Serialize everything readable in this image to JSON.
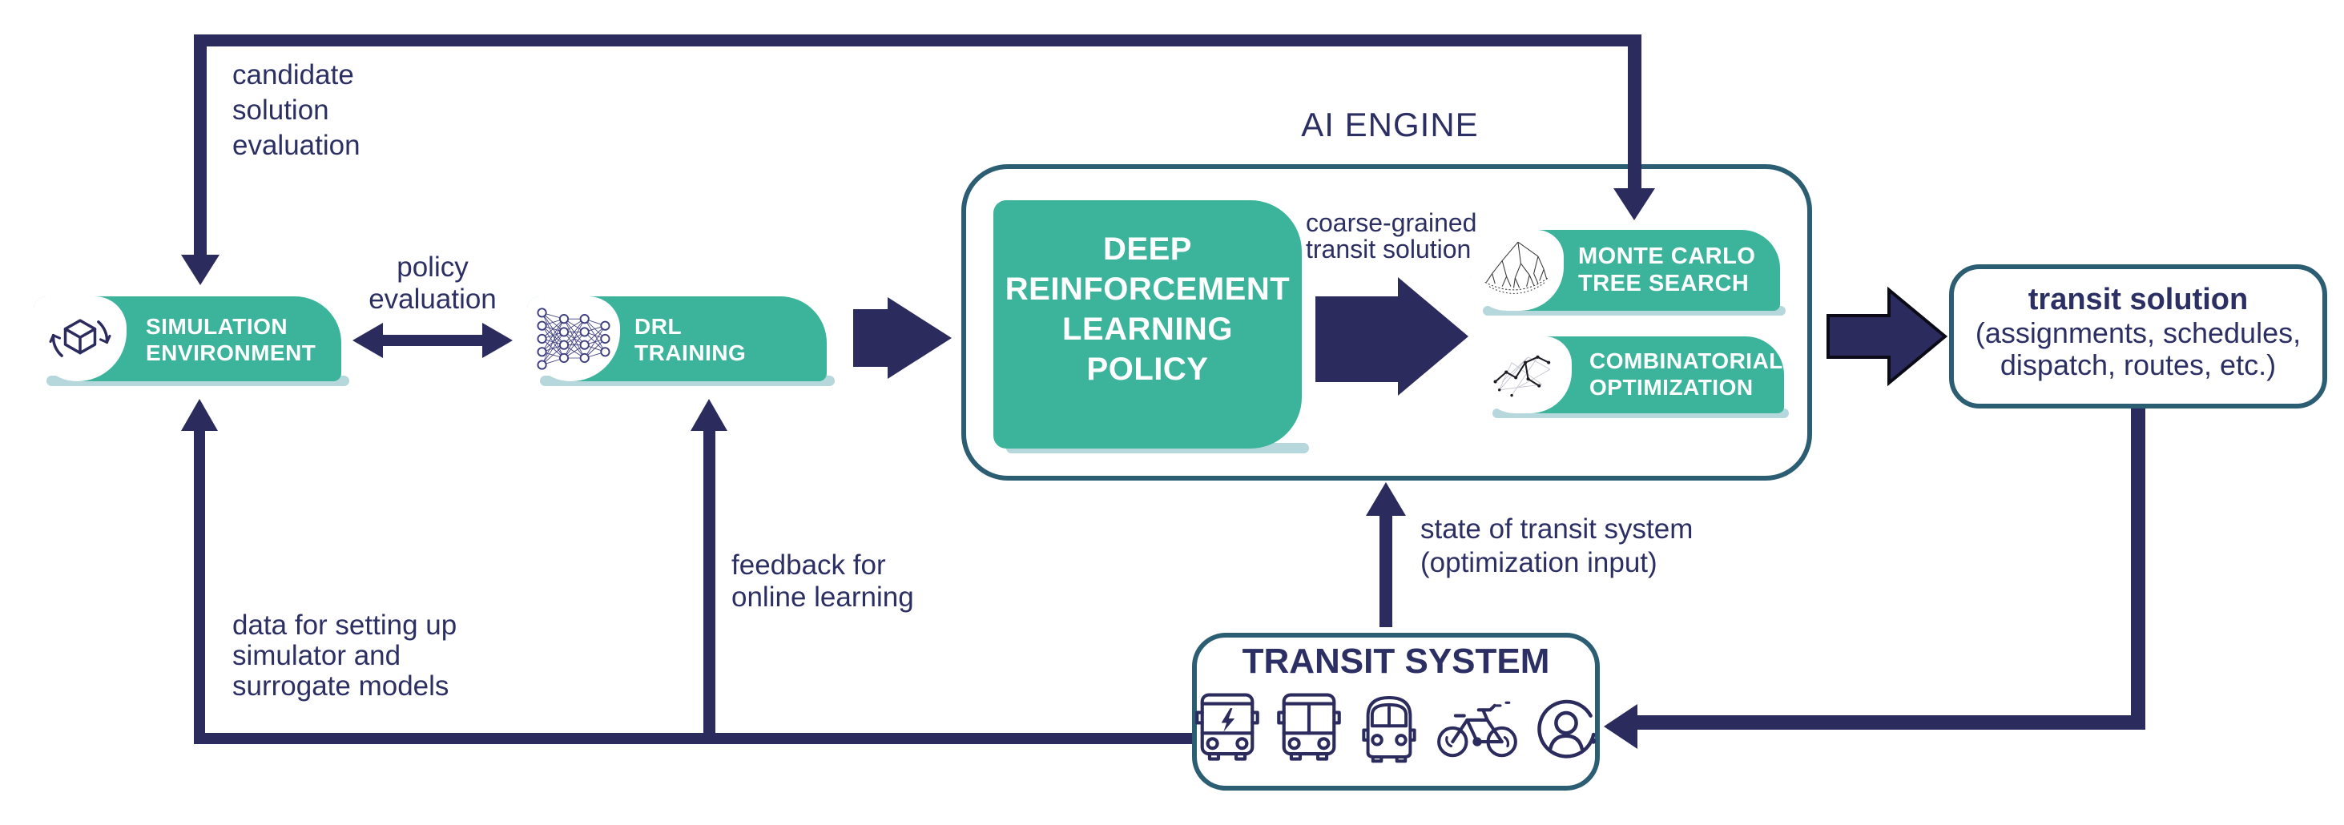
{
  "colors": {
    "green": "#3CB49B",
    "navy": "#2B2B5D",
    "ink": "#2C2F63",
    "border": "#2C5E73",
    "shadow": "#B6D7DB",
    "arrow_outline": "#0B0B18",
    "white": "#FFFFFF"
  },
  "ai_engine": {
    "label": "AI ENGINE"
  },
  "annotations": {
    "candidate": [
      "candidate",
      "solution",
      "evaluation"
    ],
    "policy": [
      "policy",
      "evaluation"
    ],
    "coarse": [
      "coarse-grained",
      "transit solution"
    ],
    "state": [
      "state of transit system",
      "(optimization input)"
    ],
    "feedback": [
      "feedback for",
      "online learning"
    ],
    "data_setup": [
      "data for setting up",
      "simulator and",
      "surrogate models"
    ]
  },
  "boxes": {
    "simulation": {
      "lines": [
        "SIMULATION",
        "ENVIRONMENT"
      ],
      "icon": "cube-rotate-icon"
    },
    "drl": {
      "lines": [
        "DRL",
        "TRAINING"
      ],
      "icon": "neural-network-icon"
    },
    "deep_rl": {
      "lines": [
        "DEEP",
        "REINFORCEMENT",
        "LEARNING",
        "POLICY"
      ]
    },
    "mcts": {
      "lines": [
        "MONTE CARLO",
        "TREE SEARCH"
      ],
      "icon": "tree-search-icon"
    },
    "co": {
      "lines": [
        "COMBINATORIAL",
        "OPTIMIZATION"
      ],
      "icon": "graph-optimization-icon"
    },
    "transit_solution": {
      "title": "transit solution",
      "lines": [
        "(assignments, schedules,",
        "dispatch, routes, etc.)"
      ]
    },
    "transit_system": {
      "title": "TRANSIT SYSTEM",
      "icons": [
        "electric-bus-icon",
        "bus-icon",
        "minibus-icon",
        "bicycle-icon",
        "driver-icon"
      ]
    }
  }
}
